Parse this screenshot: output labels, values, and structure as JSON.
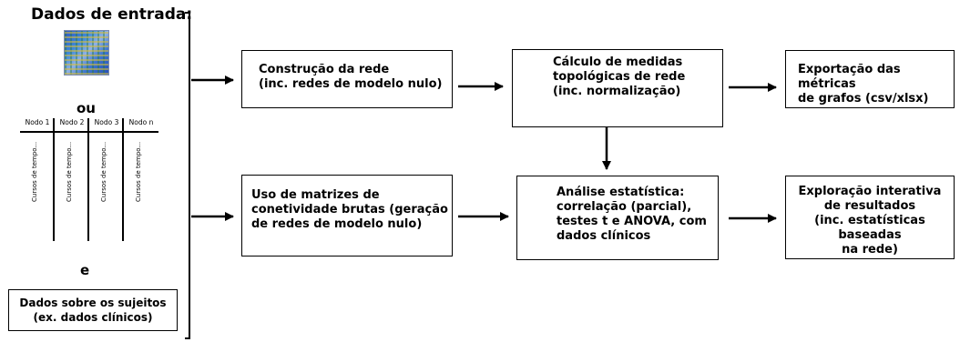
{
  "inputs": {
    "title": "Dados de entrada:",
    "or_label": "ou",
    "and_label": "e",
    "node_headers": [
      "Nodo 1",
      "Nodo 2",
      "Nodo 3",
      "Nodo n"
    ],
    "timecourse_label": "Cursos de tempo...",
    "subjects_box": "Dados sobre os sujeitos\n(ex. dados clínicos)"
  },
  "steps": {
    "construction": "Construção da rede\n(inc. redes de modelo nulo)",
    "topology": "Cálculo de medidas\ntopológicas de rede\n(inc. normalização)",
    "export": "Exportação das métricas\nde grafos (csv/xlsx)",
    "raw_matrices": "Uso de matrizes de\nconetividade brutas (geração\nde redes de modelo nulo)",
    "statistics": "Análise estatística:\ncorrelação (parcial),\ntestes t e ANOVA, com\ndados clínicos",
    "exploration": "Exploração interativa\nde resultados\n(inc. estatísticas baseadas\nna rede)"
  }
}
